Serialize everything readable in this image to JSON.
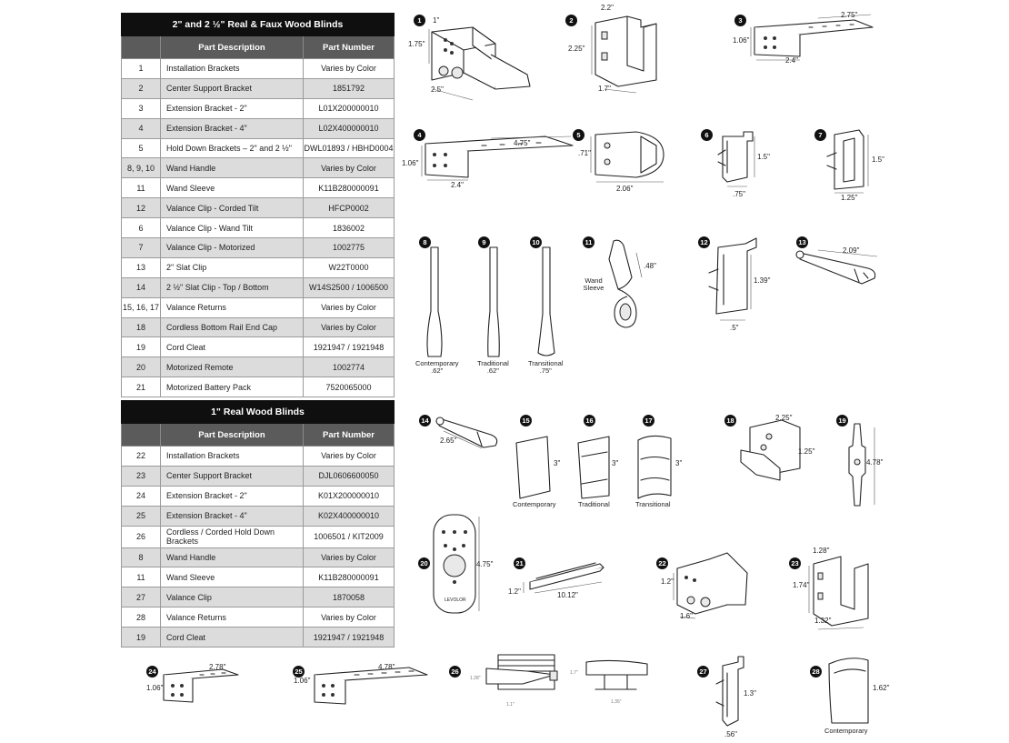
{
  "table1": {
    "title": "2\" and 2 ½\" Real & Faux Wood Blinds",
    "col_desc": "Part Description",
    "col_part": "Part Number",
    "rows": [
      {
        "n": "1",
        "d": "Installation Brackets",
        "p": "Varies by Color"
      },
      {
        "n": "2",
        "d": "Center Support Bracket",
        "p": "1851792"
      },
      {
        "n": "3",
        "d": "Extension Bracket - 2\"",
        "p": "L01X200000010"
      },
      {
        "n": "4",
        "d": "Extension Bracket - 4\"",
        "p": "L02X400000010"
      },
      {
        "n": "5",
        "d": "Hold Down Brackets – 2\" and 2 ½\"",
        "p": "DWL01893 / HBHD0004"
      },
      {
        "n": "8, 9, 10",
        "d": "Wand Handle",
        "p": "Varies by Color"
      },
      {
        "n": "11",
        "d": "Wand Sleeve",
        "p": "K11B280000091"
      },
      {
        "n": "12",
        "d": "Valance Clip - Corded Tilt",
        "p": "HFCP0002"
      },
      {
        "n": "6",
        "d": "Valance Clip - Wand Tilt",
        "p": "1836002"
      },
      {
        "n": "7",
        "d": "Valance Clip - Motorized",
        "p": "1002775"
      },
      {
        "n": "13",
        "d": "2\" Slat Clip",
        "p": "W22T0000"
      },
      {
        "n": "14",
        "d": "2 ½\" Slat Clip - Top / Bottom",
        "p": "W14S2500 / 1006500"
      },
      {
        "n": "15, 16, 17",
        "d": "Valance Returns",
        "p": "Varies by Color"
      },
      {
        "n": "18",
        "d": "Cordless Bottom Rail End Cap",
        "p": "Varies by Color"
      },
      {
        "n": "19",
        "d": "Cord Cleat",
        "p": "1921947 / 1921948"
      },
      {
        "n": "20",
        "d": "Motorized Remote",
        "p": "1002774"
      },
      {
        "n": "21",
        "d": "Motorized Battery Pack",
        "p": "7520065000"
      }
    ]
  },
  "table2": {
    "title": "1\" Real Wood Blinds",
    "col_desc": "Part Description",
    "col_part": "Part Number",
    "rows": [
      {
        "n": "22",
        "d": "Installation Brackets",
        "p": "Varies by Color"
      },
      {
        "n": "23",
        "d": "Center Support Bracket",
        "p": "DJL0606600050"
      },
      {
        "n": "24",
        "d": "Extension Bracket - 2\"",
        "p": "K01X200000010"
      },
      {
        "n": "25",
        "d": "Extension Bracket - 4\"",
        "p": "K02X400000010"
      },
      {
        "n": "26",
        "d": "Cordless / Corded Hold Down Brackets",
        "p": "1006501 / KIT2009"
      },
      {
        "n": "8",
        "d": "Wand Handle",
        "p": "Varies by Color"
      },
      {
        "n": "11",
        "d": "Wand Sleeve",
        "p": "K11B280000091"
      },
      {
        "n": "27",
        "d": "Valance Clip",
        "p": "1870058"
      },
      {
        "n": "28",
        "d": "Valance Returns",
        "p": "Varies by Color"
      },
      {
        "n": "19",
        "d": "Cord Cleat",
        "p": "1921947 / 1921948"
      }
    ]
  },
  "diagrams": {
    "d1": {
      "badge": "1",
      "dims": [
        "1\"",
        "1.75\"",
        "2.5\""
      ]
    },
    "d2": {
      "badge": "2",
      "dims": [
        "2.2\"",
        "2.25\"",
        "1.7\""
      ]
    },
    "d3": {
      "badge": "3",
      "dims": [
        "2.75\"",
        "1.06\"",
        "2.4\""
      ]
    },
    "d4": {
      "badge": "4",
      "dims": [
        "4.75\"",
        "1.06\"",
        "2.4\""
      ]
    },
    "d5": {
      "badge": "5",
      "dims": [
        ".71\"",
        "2.06\""
      ]
    },
    "d6": {
      "badge": "6",
      "dims": [
        "1.5\"",
        ".75\""
      ]
    },
    "d7": {
      "badge": "7",
      "dims": [
        "1.5\"",
        "1.25\""
      ]
    },
    "d8": {
      "badge": "8",
      "caption": "Contemporary",
      "dim": ".62\""
    },
    "d9": {
      "badge": "9",
      "caption": "Traditional",
      "dim": ".62\""
    },
    "d10": {
      "badge": "10",
      "caption": "Transitional",
      "dim": ".75\""
    },
    "d11": {
      "badge": "11",
      "dims": [
        ".48\""
      ],
      "label": "Wand Sleeve"
    },
    "d12": {
      "badge": "12",
      "dims": [
        "1.39\"",
        ".5\""
      ]
    },
    "d13": {
      "badge": "13",
      "dims": [
        "2.09\""
      ]
    },
    "d14": {
      "badge": "14",
      "dims": [
        "2.65\""
      ]
    },
    "d15": {
      "badge": "15",
      "caption": "Contemporary",
      "dim": "3\""
    },
    "d16": {
      "badge": "16",
      "caption": "Traditional",
      "dim": "3\""
    },
    "d17": {
      "badge": "17",
      "caption": "Transitional",
      "dim": "3\""
    },
    "d18": {
      "badge": "18",
      "dims": [
        "2.25\"",
        "1.25\""
      ]
    },
    "d19": {
      "badge": "19",
      "dims": [
        "4.78\""
      ]
    },
    "d20": {
      "badge": "20",
      "dims": [
        "4.75\""
      ],
      "brand": "LEVOLOR"
    },
    "d21": {
      "badge": "21",
      "dims": [
        "1.2\"",
        "10.12\""
      ]
    },
    "d22": {
      "badge": "22",
      "dims": [
        "1.2\"",
        "1.6\""
      ]
    },
    "d23": {
      "badge": "23",
      "dims": [
        "1.28\"",
        "1.74\"",
        "1.32\""
      ]
    },
    "d24": {
      "badge": "24",
      "dims": [
        "2.78\"",
        "1.06\""
      ]
    },
    "d25": {
      "badge": "25",
      "dims": [
        "4.78\"",
        "1.06\""
      ]
    },
    "d26": {
      "badge": "26",
      "dims": [
        "1.28\"",
        "1.7\"",
        "1.35\"",
        "1.1\""
      ]
    },
    "d27": {
      "badge": "27",
      "dims": [
        "1.3\"",
        ".56\""
      ]
    },
    "d28": {
      "badge": "28",
      "caption": "Contemporary",
      "dim": "1.62\""
    }
  },
  "colors": {
    "title_bg": "#0f0f0f",
    "header_bg": "#5b5b5b",
    "alt_row": "#dcdcdc",
    "badge": "#111111"
  }
}
